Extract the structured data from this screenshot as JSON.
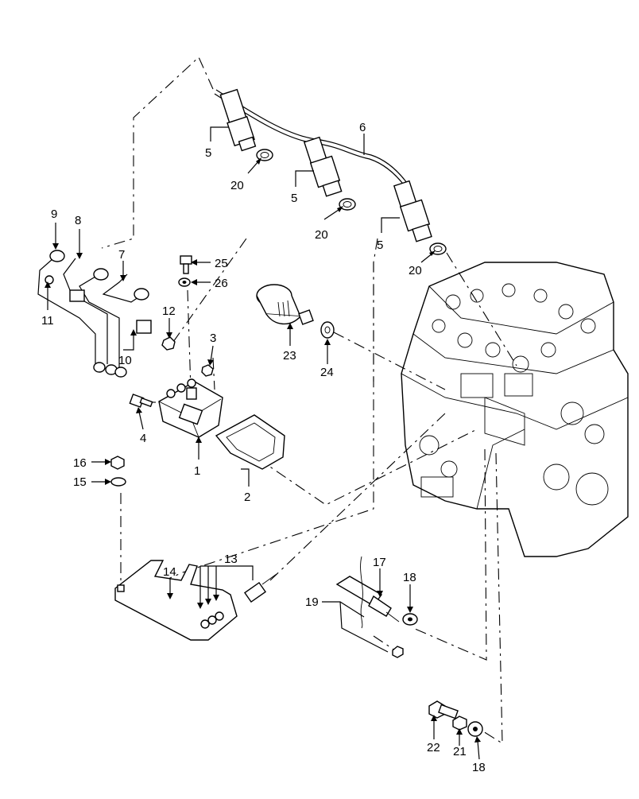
{
  "callouts": {
    "c1": "1",
    "c2": "2",
    "c3": "3",
    "c4": "4",
    "c5a": "5",
    "c5b": "5",
    "c5c": "5",
    "c6": "6",
    "c7": "7",
    "c8": "8",
    "c9": "9",
    "c10": "10",
    "c11": "11",
    "c12": "12",
    "c13": "13",
    "c14": "14",
    "c15": "15",
    "c16": "16",
    "c17": "17",
    "c18a": "18",
    "c18b": "18",
    "c19": "19",
    "c20a": "20",
    "c20b": "20",
    "c20c": "20",
    "c21": "21",
    "c22": "22",
    "c23": "23",
    "c24": "24",
    "c25": "25",
    "c26": "26"
  }
}
